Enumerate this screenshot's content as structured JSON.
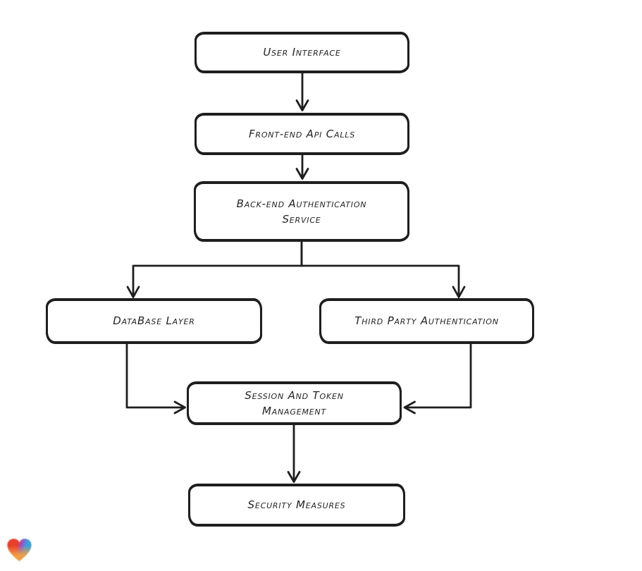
{
  "diagram": {
    "type": "flowchart",
    "direction": "top-down",
    "nodes": [
      {
        "id": "user-interface",
        "label": "User Interface"
      },
      {
        "id": "front-end-api-calls",
        "label": "Front-end Api Calls"
      },
      {
        "id": "back-end-authentication-service",
        "label": "Back-end Authentication Service"
      },
      {
        "id": "database-layer",
        "label": "DataBase Layer"
      },
      {
        "id": "third-party-authentication",
        "label": "Third Party Authentication"
      },
      {
        "id": "session-and-token-management",
        "label": "Session And Token Management"
      },
      {
        "id": "security-measures",
        "label": "Security Measures"
      }
    ],
    "edges": [
      {
        "from": "user-interface",
        "to": "front-end-api-calls",
        "arrow": true
      },
      {
        "from": "front-end-api-calls",
        "to": "back-end-authentication-service",
        "arrow": true
      },
      {
        "from": "back-end-authentication-service",
        "to": "database-layer",
        "arrow": true
      },
      {
        "from": "back-end-authentication-service",
        "to": "third-party-authentication",
        "arrow": true
      },
      {
        "from": "database-layer",
        "to": "session-and-token-management",
        "arrow": true
      },
      {
        "from": "third-party-authentication",
        "to": "session-and-token-management",
        "arrow": true
      },
      {
        "from": "session-and-token-management",
        "to": "security-measures",
        "arrow": true
      }
    ]
  },
  "theme": {
    "canvas_bg": "#ffffff",
    "node_fill": "#ffffff",
    "ink": "#1e1e1e",
    "heart_gradient": [
      "#e8402a",
      "#9b4fd0",
      "#33a3dd",
      "#f7a03b"
    ]
  }
}
